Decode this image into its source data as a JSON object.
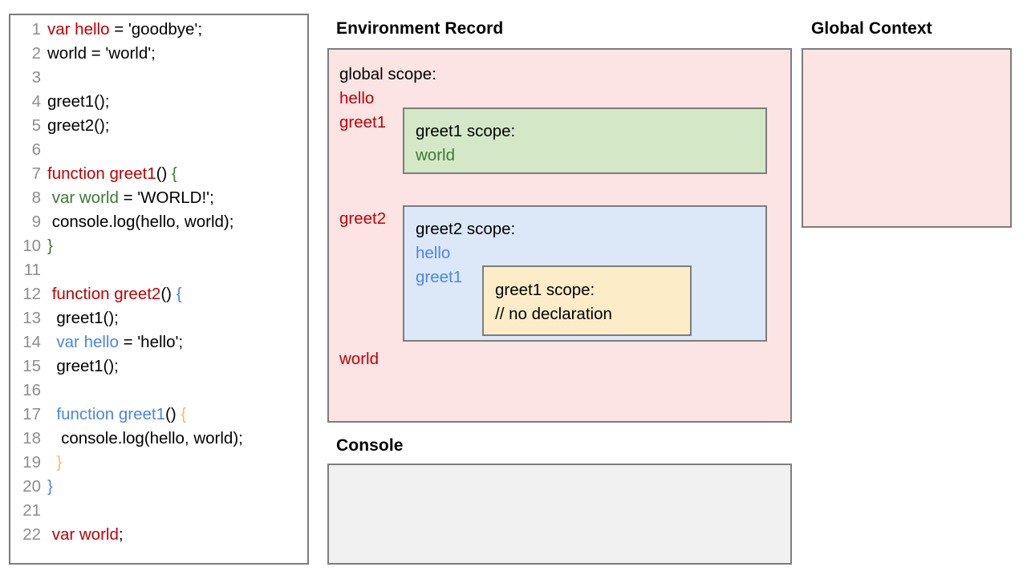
{
  "code_panel": {
    "lines": [
      {
        "num": "1",
        "tokens": [
          {
            "t": "var hello",
            "c": "red"
          },
          {
            "t": " = 'goodbye';",
            "c": "black"
          }
        ]
      },
      {
        "num": "2",
        "tokens": [
          {
            "t": "world = 'world';",
            "c": "black"
          }
        ]
      },
      {
        "num": "3",
        "tokens": [
          {
            "t": "",
            "c": "black"
          }
        ]
      },
      {
        "num": "4",
        "tokens": [
          {
            "t": "greet1();",
            "c": "black"
          }
        ]
      },
      {
        "num": "5",
        "tokens": [
          {
            "t": "greet2();",
            "c": "black"
          }
        ]
      },
      {
        "num": "6",
        "tokens": [
          {
            "t": "",
            "c": "black"
          }
        ]
      },
      {
        "num": "7",
        "tokens": [
          {
            "t": "function greet1",
            "c": "red"
          },
          {
            "t": "() ",
            "c": "black"
          },
          {
            "t": "{",
            "c": "green"
          }
        ]
      },
      {
        "num": "8",
        "tokens": [
          {
            "t": " ",
            "c": "black"
          },
          {
            "t": "var world",
            "c": "green"
          },
          {
            "t": " = 'WORLD!';",
            "c": "black"
          }
        ]
      },
      {
        "num": "9",
        "tokens": [
          {
            "t": " console.log(hello, world);",
            "c": "black"
          }
        ]
      },
      {
        "num": "10",
        "tokens": [
          {
            "t": "}",
            "c": "green"
          }
        ]
      },
      {
        "num": "11",
        "tokens": [
          {
            "t": "",
            "c": "black"
          }
        ]
      },
      {
        "num": "12",
        "tokens": [
          {
            "t": " ",
            "c": "black"
          },
          {
            "t": "function greet2",
            "c": "red"
          },
          {
            "t": "() ",
            "c": "black"
          },
          {
            "t": "{",
            "c": "blue"
          }
        ]
      },
      {
        "num": "13",
        "tokens": [
          {
            "t": "  greet1();",
            "c": "black"
          }
        ]
      },
      {
        "num": "14",
        "tokens": [
          {
            "t": "  ",
            "c": "black"
          },
          {
            "t": "var hello",
            "c": "blue"
          },
          {
            "t": " = 'hello';",
            "c": "black"
          }
        ]
      },
      {
        "num": "15",
        "tokens": [
          {
            "t": "  greet1();",
            "c": "black"
          }
        ]
      },
      {
        "num": "16",
        "tokens": [
          {
            "t": "",
            "c": "black"
          }
        ]
      },
      {
        "num": "17",
        "tokens": [
          {
            "t": "  ",
            "c": "black"
          },
          {
            "t": "function greet1",
            "c": "blue"
          },
          {
            "t": "() ",
            "c": "black"
          },
          {
            "t": "{",
            "c": "orange"
          }
        ]
      },
      {
        "num": "18",
        "tokens": [
          {
            "t": "   console.log(hello, world);",
            "c": "black"
          }
        ]
      },
      {
        "num": "19",
        "tokens": [
          {
            "t": "  ",
            "c": "black"
          },
          {
            "t": "}",
            "c": "orange"
          }
        ]
      },
      {
        "num": "20",
        "tokens": [
          {
            "t": "}",
            "c": "blue"
          }
        ]
      },
      {
        "num": "21",
        "tokens": [
          {
            "t": "",
            "c": "black"
          }
        ]
      },
      {
        "num": "22",
        "tokens": [
          {
            "t": " ",
            "c": "black"
          },
          {
            "t": "var world",
            "c": "red"
          },
          {
            "t": ";",
            "c": "black"
          }
        ]
      }
    ]
  },
  "environment_record": {
    "title": "Environment Record",
    "global_scope": {
      "label": "global scope:",
      "bindings_top": [
        "hello",
        "greet1"
      ],
      "binding_mid": "greet2",
      "binding_bottom": "world"
    },
    "greet1_scope": {
      "label": "greet1 scope:",
      "bindings": [
        "world"
      ]
    },
    "greet2_scope": {
      "label": "greet2 scope:",
      "bindings": [
        "hello",
        "greet1"
      ]
    },
    "greet1_inner_scope": {
      "label": "greet1 scope:",
      "comment": "// no declaration"
    }
  },
  "global_context": {
    "title": "Global Context",
    "content": ""
  },
  "console": {
    "title": "Console",
    "content": ""
  },
  "colors": {
    "red": "#c00000",
    "green": "#3b7a32",
    "blue": "#4a86e8",
    "orange": "#f0c060",
    "pink_fill": "#fce4e4",
    "green_fill": "#d4e8c8",
    "blue_fill": "#dce8f8",
    "yellow_fill": "#fcedc8",
    "gray_fill": "#f1f1f1",
    "border": "#7d7d7d"
  }
}
